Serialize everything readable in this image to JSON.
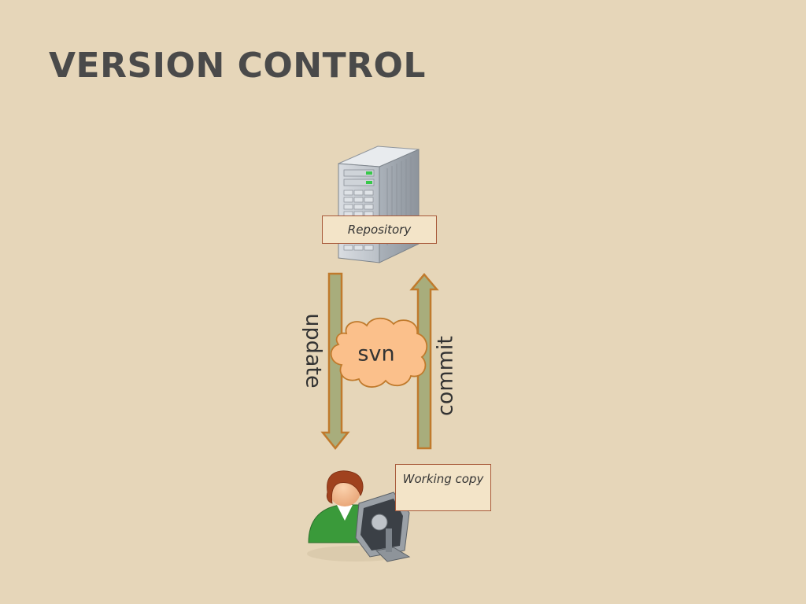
{
  "slide": {
    "title": "VERSION CONTROL"
  },
  "diagram": {
    "repository_label": "Repository",
    "working_copy_label": "Working copy",
    "update_label": "update",
    "commit_label": "commit",
    "cloud_label": "svn"
  },
  "colors": {
    "background": "#e6d6b9",
    "arrow_fill": "#a8ad7c",
    "arrow_stroke": "#c07a2c",
    "cloud_fill": "#fbc08b",
    "box_border": "#a85a3a"
  },
  "icons": {
    "repository": "server-icon",
    "working_copy": "user-computer-icon"
  }
}
